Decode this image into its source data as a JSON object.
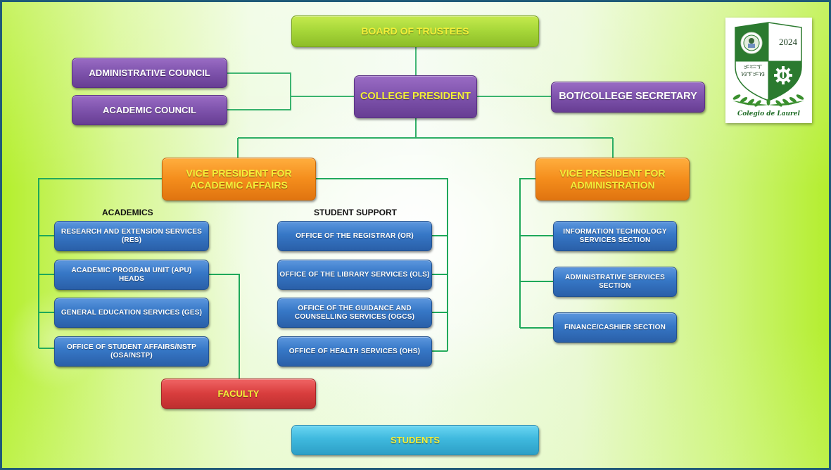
{
  "title": "Organizational Chart",
  "colors": {
    "frame_border": "#1f5a78",
    "connector": "#1ea85a",
    "board": "#9acd32",
    "executive": "#7d4fa8",
    "vice_president": "#f28a1a",
    "office": "#2f6fbf",
    "faculty": "#d03a3a",
    "students": "#3bb8dc",
    "label_yellow": "#f4f03a"
  },
  "logo": {
    "icon": "school-seal-icon",
    "year": "2024",
    "script_text": "ᜃᜇᜎ ᜐᜎᜃᜐ",
    "caption": "Colegio de Laurel"
  },
  "nodes": {
    "board": "BOARD OF TRUSTEES",
    "president": "COLLEGE PRESIDENT",
    "admin_council": "ADMINISTRATIVE COUNCIL",
    "academic_council": "ACADEMIC COUNCIL",
    "secretary": "BOT/COLLEGE SECRETARY",
    "vp_academic": "VICE PRESIDENT FOR ACADEMIC AFFAIRS",
    "vp_admin": "VICE PRESIDENT FOR ADMINISTRATION",
    "faculty": "FACULTY",
    "students": "STUDENTS"
  },
  "sections": {
    "academics": {
      "label": "ACADEMICS",
      "items": [
        "RESEARCH AND EXTENSION SERVICES (RES)",
        "ACADEMIC PROGRAM UNIT (APU) HEADS",
        "GENERAL EDUCATION SERVICES (GES)",
        "OFFICE OF STUDENT AFFAIRS/NSTP (OSA/NSTP)"
      ]
    },
    "student_support": {
      "label": "STUDENT SUPPORT",
      "items": [
        "OFFICE OF THE REGISTRAR (OR)",
        "OFFICE OF THE LIBRARY SERVICES (OLS)",
        "OFFICE OF THE GUIDANCE AND COUNSELLING SERVICES (OGCS)",
        "OFFICE OF HEALTH SERVICES (OHS)"
      ]
    },
    "administration": {
      "items": [
        "INFORMATION TECHNOLOGY SERVICES SECTION",
        "ADMINISTRATIVE SERVICES SECTION",
        "FINANCE/CASHIER SECTION"
      ]
    }
  }
}
